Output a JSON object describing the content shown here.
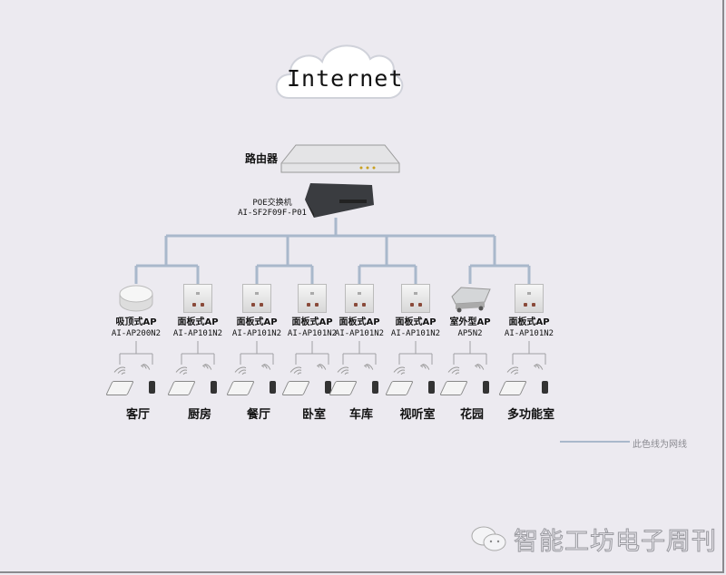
{
  "internet_label": "Internet",
  "router_label": "路由器",
  "switch": {
    "name": "POE交换机",
    "model": "AI-SF2F09F-P01"
  },
  "access_points": [
    {
      "type": "吸顶式AP",
      "model": "AI-AP200N2",
      "room": "客厅",
      "style": "ceiling"
    },
    {
      "type": "面板式AP",
      "model": "AI-AP101N2",
      "room": "厨房",
      "style": "panel"
    },
    {
      "type": "面板式AP",
      "model": "AI-AP101N2",
      "room": "餐厅",
      "style": "panel"
    },
    {
      "type": "面板式AP",
      "model": "AI-AP101N2",
      "room": "卧室",
      "style": "panel"
    },
    {
      "type": "面板式AP",
      "model": "AI-AP101N2",
      "room": "车库",
      "style": "panel"
    },
    {
      "type": "面板式AP",
      "model": "AI-AP101N2",
      "room": "视听室",
      "style": "panel"
    },
    {
      "type": "室外型AP",
      "model": "AP5N2",
      "room": "花园",
      "style": "outdoor"
    },
    {
      "type": "面板式AP",
      "model": "AI-AP101N2",
      "room": "多功能室",
      "style": "panel"
    }
  ],
  "legend": {
    "text": "此色线为网线",
    "color": "#a9b8cb"
  },
  "watermark": "智能工坊电子周刊"
}
